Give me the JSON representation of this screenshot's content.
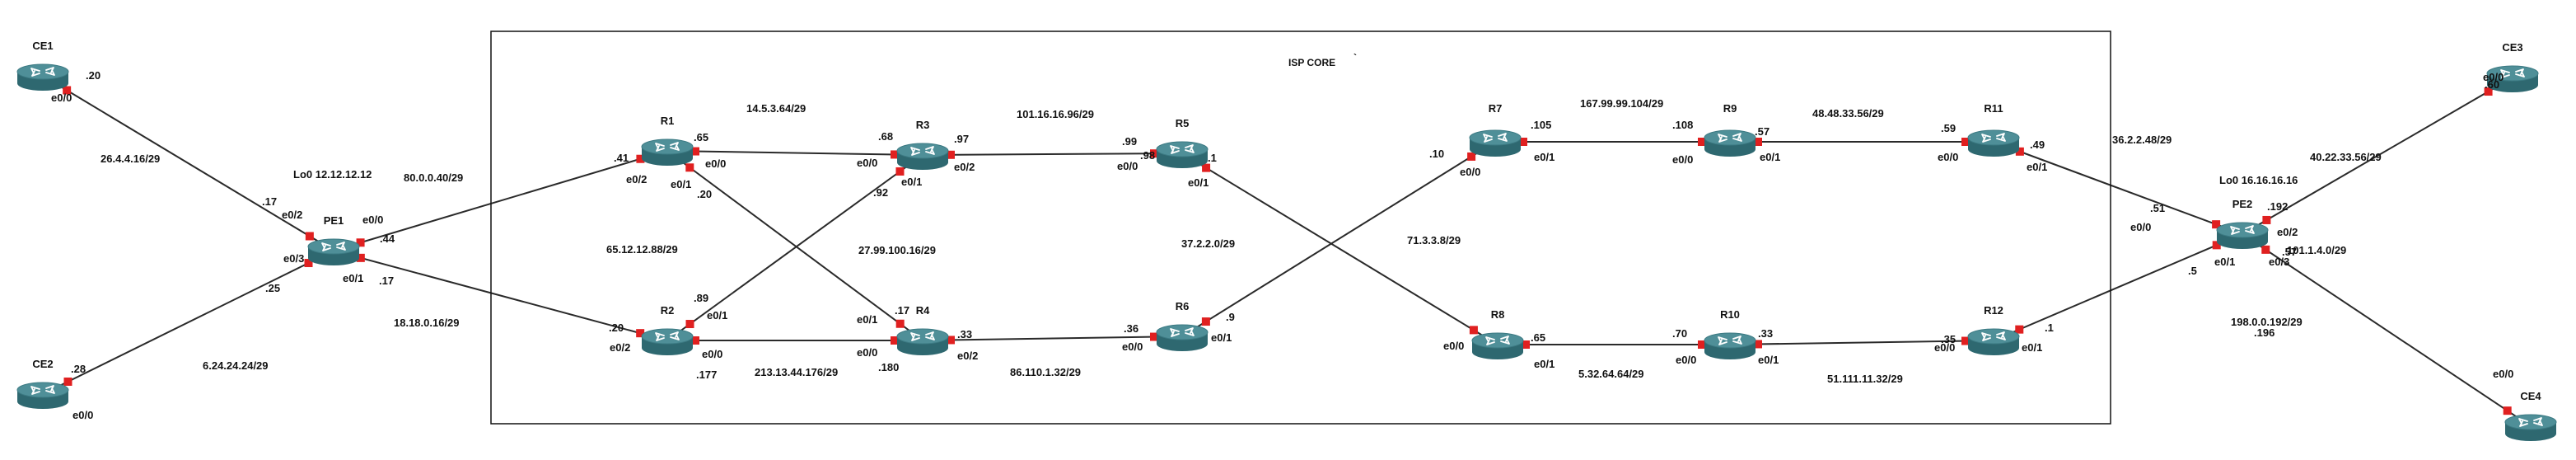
{
  "core_title": "ISP CORE",
  "core_mark": "`",
  "colors": {
    "link": "#2a2a2a",
    "port": "#e02020",
    "router_top": "#4f8f98",
    "router_side": "#2e6870",
    "boundary": "#111111"
  },
  "routers": [
    {
      "id": "CE1",
      "name": "CE1",
      "icon": "router-icon"
    },
    {
      "id": "CE2",
      "name": "CE2",
      "icon": "router-icon"
    },
    {
      "id": "PE1",
      "name": "PE1",
      "icon": "router-icon"
    },
    {
      "id": "R1",
      "name": "R1",
      "icon": "router-icon"
    },
    {
      "id": "R2",
      "name": "R2",
      "icon": "router-icon"
    },
    {
      "id": "R3",
      "name": "R3",
      "icon": "router-icon"
    },
    {
      "id": "R4",
      "name": "R4",
      "icon": "router-icon"
    },
    {
      "id": "R5",
      "name": "R5",
      "icon": "router-icon"
    },
    {
      "id": "R6",
      "name": "R6",
      "icon": "router-icon"
    },
    {
      "id": "R7",
      "name": "R7",
      "icon": "router-icon"
    },
    {
      "id": "R8",
      "name": "R8",
      "icon": "router-icon"
    },
    {
      "id": "R9",
      "name": "R9",
      "icon": "router-icon"
    },
    {
      "id": "R10",
      "name": "R10",
      "icon": "router-icon"
    },
    {
      "id": "R11",
      "name": "R11",
      "icon": "router-icon"
    },
    {
      "id": "R12",
      "name": "R12",
      "icon": "router-icon"
    },
    {
      "id": "PE2",
      "name": "PE2",
      "icon": "router-icon"
    },
    {
      "id": "CE3",
      "name": "CE3",
      "icon": "router-icon"
    },
    {
      "id": "CE4",
      "name": "CE4",
      "icon": "router-icon"
    }
  ],
  "links": [
    {
      "a": "CE1",
      "b": "PE1"
    },
    {
      "a": "CE2",
      "b": "PE1"
    },
    {
      "a": "PE1",
      "b": "R1"
    },
    {
      "a": "PE1",
      "b": "R2"
    },
    {
      "a": "R1",
      "b": "R3"
    },
    {
      "a": "R1",
      "b": "R4"
    },
    {
      "a": "R2",
      "b": "R3"
    },
    {
      "a": "R2",
      "b": "R4"
    },
    {
      "a": "R3",
      "b": "R5"
    },
    {
      "a": "R4",
      "b": "R6"
    },
    {
      "a": "R5",
      "b": "R8"
    },
    {
      "a": "R6",
      "b": "R7"
    },
    {
      "a": "R7",
      "b": "R9"
    },
    {
      "a": "R8",
      "b": "R10"
    },
    {
      "a": "R9",
      "b": "R11"
    },
    {
      "a": "R10",
      "b": "R12"
    },
    {
      "a": "R11",
      "b": "PE2"
    },
    {
      "a": "R12",
      "b": "PE2"
    },
    {
      "a": "PE2",
      "b": "CE3"
    },
    {
      "a": "PE2",
      "b": "CE4"
    }
  ],
  "labels": [
    ".20",
    "e0/0",
    "26.4.4.16/29",
    ".17",
    "e0/2",
    "Lo0 12.12.12.12",
    "e0/0",
    ".44",
    ".25",
    "e0/3",
    "e0/1",
    ".17",
    ".28",
    "e0/0",
    "6.24.24.24/29",
    "18.18.0.16/29",
    "80.0.0.40/29",
    ".41",
    "e0/2",
    ".65",
    "e0/0",
    "e0/1",
    ".20",
    "14.5.3.64/29",
    "65.12.12.88/29",
    ".20",
    "e0/2",
    ".89",
    "e0/1",
    "e0/0",
    ".177",
    "213.13.44.176/29",
    ".68",
    "e0/0",
    ".97",
    "e0/2",
    "e0/1",
    ".92",
    "27.99.100.16/29",
    "101.16.16.96/29",
    ".17",
    "e0/1",
    "e0/0",
    ".33",
    ".180",
    "e0/2",
    "86.110.1.32/29",
    ".99",
    "e0/0",
    ".98",
    ".1",
    "e0/1",
    "37.2.2.0/29",
    ".36",
    "e0/0",
    "e0/1",
    ".9",
    ".10",
    "e0/0",
    ".105",
    "e0/1",
    "167.99.99.104/29",
    "71.3.3.8/29",
    "e0/0",
    ".65",
    "e0/1",
    "5.32.64.64/29",
    ".108",
    "e0/0",
    ".57",
    "e0/1",
    ".70",
    "e0/0",
    ".33",
    "e0/1",
    "48.48.33.56/29",
    ".59",
    "e0/0",
    ".49",
    "e0/1",
    "51.111.11.32/29",
    ".35",
    "e0/0",
    ".1",
    "e0/1",
    "36.2.2.48/29",
    "Lo0 16.16.16.16",
    ".51",
    "e0/0",
    ".192",
    "e0/2",
    "e0/1",
    ".5",
    "e0/3",
    ".57",
    "101.1.4.0/29",
    "198.0.0.192/29",
    "40.22.33.56/29",
    ".196",
    "e0/0",
    ".60",
    "e0/0"
  ]
}
